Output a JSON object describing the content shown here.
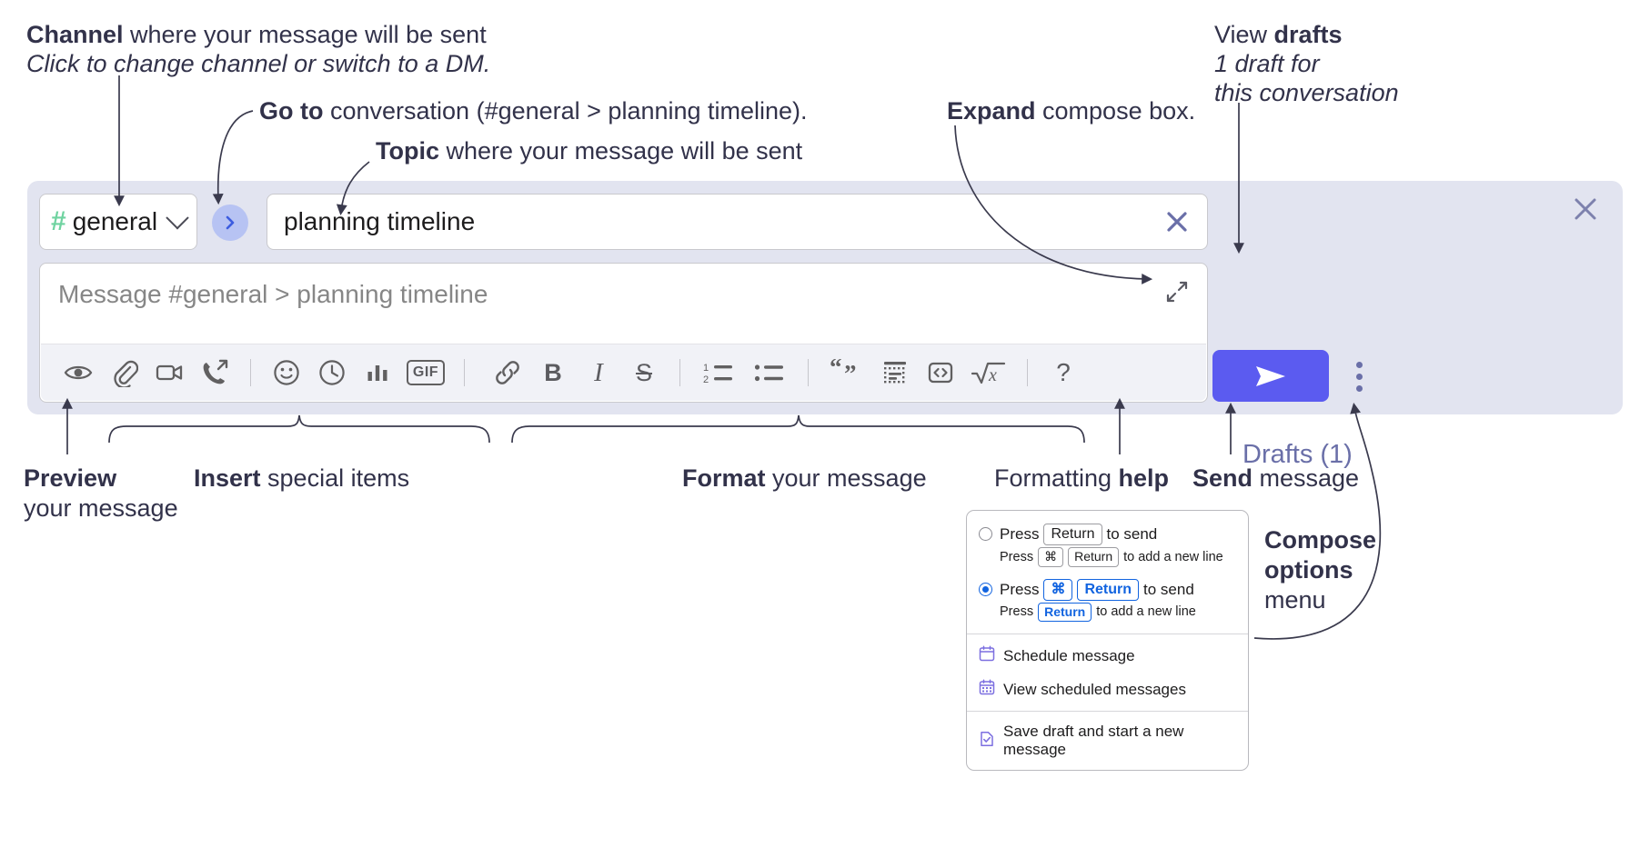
{
  "annotations": {
    "channel": {
      "bold": "Channel",
      "rest": " where your message will be sent",
      "italic": "Click to change channel or switch to a DM."
    },
    "goto": {
      "bold": "Go to",
      "rest": " conversation (#general > planning timeline)."
    },
    "topic": {
      "bold": "Topic",
      "rest": " where your message will be sent"
    },
    "expand": {
      "bold": "Expand",
      "rest": " compose box."
    },
    "drafts": {
      "plain": "View ",
      "bold": "drafts",
      "italic1": "1 draft for",
      "italic2": "this conversation"
    },
    "preview": {
      "bold": "Preview",
      "rest": "your message"
    },
    "insert": {
      "bold": "Insert",
      "rest": " special items"
    },
    "format": {
      "bold": "Format",
      "rest": " your message"
    },
    "help": {
      "plain": "Formatting ",
      "bold": "help"
    },
    "send": {
      "bold": "Send",
      "rest": " message"
    },
    "compose_options": {
      "bold1": "Compose",
      "bold2": "options",
      "rest": "menu"
    }
  },
  "compose": {
    "channel_name": "general",
    "hash_symbol": "#",
    "topic_value": "planning timeline",
    "message_placeholder": "Message #general > planning timeline",
    "drafts_label": "Drafts (1)",
    "toolbar": [
      {
        "name": "preview-icon",
        "label": "Preview"
      },
      {
        "name": "attachment-icon",
        "label": "Attach file"
      },
      {
        "name": "video-icon",
        "label": "Video clip"
      },
      {
        "name": "audio-clip-icon",
        "label": "Audio clip"
      },
      {
        "name": "emoji-icon",
        "label": "Emoji"
      },
      {
        "name": "clock-icon",
        "label": "Reminder"
      },
      {
        "name": "poll-icon",
        "label": "Poll"
      },
      {
        "name": "gif-icon",
        "label": "GIF"
      },
      {
        "name": "link-icon",
        "label": "Link"
      },
      {
        "name": "bold-icon",
        "label": "B"
      },
      {
        "name": "italic-icon",
        "label": "I"
      },
      {
        "name": "strikethrough-icon",
        "label": "S"
      },
      {
        "name": "ordered-list-icon",
        "label": "Ordered list"
      },
      {
        "name": "bulleted-list-icon",
        "label": "Bulleted list"
      },
      {
        "name": "blockquote-icon",
        "label": "Blockquote"
      },
      {
        "name": "code-block-icon",
        "label": "Code block"
      },
      {
        "name": "code-icon",
        "label": "Code"
      },
      {
        "name": "math-icon",
        "label": "Math"
      },
      {
        "name": "help-icon",
        "label": "?"
      }
    ],
    "bold_glyph": "B",
    "italic_glyph": "I",
    "strike_glyph": "S",
    "help_glyph": "?",
    "gif_glyph": "GIF"
  },
  "menu": {
    "option1": {
      "pre": "Press",
      "key": "Return",
      "post": "to send"
    },
    "option1_sub": {
      "pre": "Press",
      "key1": "⌘",
      "key2": "Return",
      "post": "to add a new line"
    },
    "option2": {
      "pre": "Press",
      "key1": "⌘",
      "key2": "Return",
      "post": "to send"
    },
    "option2_sub": {
      "pre": "Press",
      "key": "Return",
      "post": "to add a new line"
    },
    "selected": "option2",
    "items": [
      {
        "label": "Schedule message",
        "icon": "calendar-icon"
      },
      {
        "label": "View scheduled messages",
        "icon": "calendar-grid-icon"
      },
      {
        "label": "Save draft and start a new message",
        "icon": "save-draft-icon"
      }
    ]
  },
  "colors": {
    "panel_bg": "#e2e4f0",
    "send_button": "#5b5bf0",
    "goto_button": "#b7c3f3",
    "hash_green": "#6fd3a0",
    "drafts_text": "#6a6fa8",
    "accent_blue": "#1264e0"
  }
}
